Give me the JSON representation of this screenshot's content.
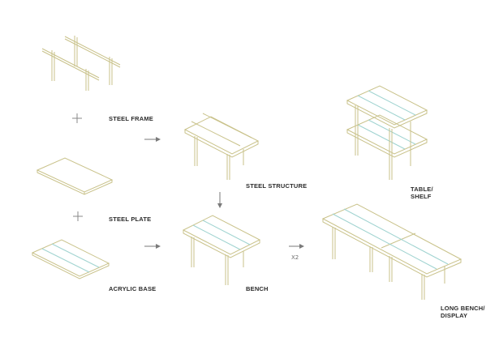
{
  "labels": {
    "steel_frame": "STEEL FRAME",
    "steel_plate": "STEEL PLATE",
    "acrylic_base": "ACRYLIC BASE",
    "steel_structure": "STEEL STRUCTURE",
    "bench": "BENCH",
    "table_shelf_line1": "TABLE/",
    "table_shelf_line2": "SHELF",
    "long_bench_line1": "LONG BENCH/",
    "long_bench_line2": "DISPLAY"
  },
  "operators": {
    "times_two": "X2"
  },
  "colors": {
    "steel": "#c9c28a",
    "acrylic": "#9fd3d0",
    "arrow": "#7a7a7a",
    "plus": "#888888",
    "text": "#2b2b2b"
  }
}
